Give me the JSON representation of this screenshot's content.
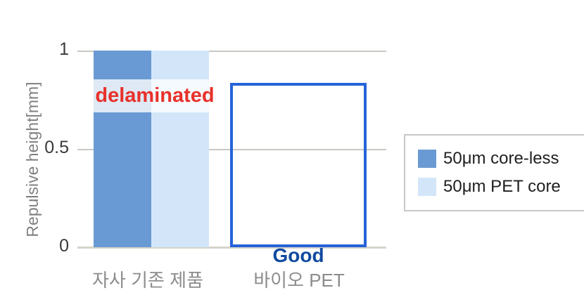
{
  "chart_data": {
    "type": "bar",
    "title": "",
    "xlabel": "",
    "ylabel": "Repulsive height[mm]",
    "ylim": [
      0,
      1
    ],
    "yticks": [
      "0",
      "0.5",
      "1"
    ],
    "ytick_values": [
      0,
      0.5,
      1
    ],
    "grid": true,
    "categories": [
      "자사 기존 제품",
      "바이오 PET"
    ],
    "series": [
      {
        "name": "50μm core-less",
        "color": "#6a9ad3",
        "values": [
          1,
          null
        ]
      },
      {
        "name": "50μm PET core",
        "color": "#d3e6f9",
        "values": [
          1,
          null
        ]
      }
    ],
    "annotations": [
      {
        "text": "delaminated",
        "color": "#e8312a",
        "category": "자사 기존 제품",
        "y": 0.75,
        "style": "bold-text-on-white-band"
      },
      {
        "text": "Good",
        "color": "#114a9e",
        "category": "바이오 PET",
        "y": 0.19,
        "style": "bold-text-in-outlined-box",
        "box": {
          "y_top": 0.835,
          "y_bottom": 0,
          "border_color": "#2563d8"
        }
      }
    ],
    "legend": {
      "position": "right",
      "entries": [
        {
          "label": "50μm core-less",
          "color": "#6a9ad3"
        },
        {
          "label": "50μm PET core",
          "color": "#d3e6f9"
        }
      ]
    }
  },
  "axis": {
    "y_title": "Repulsive height[mm]",
    "y_tick_1": "1",
    "y_tick_05": "0.5",
    "y_tick_0": "0",
    "x_cat_0": "자사 기존 제품",
    "x_cat_1": "바이오 PET"
  },
  "annotations": {
    "delaminated": "delaminated",
    "good": "Good"
  },
  "legend": {
    "entry_0_label": "50μm core-less",
    "entry_1_label": "50μm PET core"
  },
  "colors": {
    "series_coreless": "#6a9ad3",
    "series_petcore": "#d3e6f9",
    "delaminated_text": "#e8312a",
    "good_text": "#114a9e",
    "good_box_border": "#2563d8",
    "gridline": "#c9c9c4",
    "tick_text": "#3a3a3a",
    "axis_title": "#808080",
    "category_label": "#8c8c8c"
  }
}
